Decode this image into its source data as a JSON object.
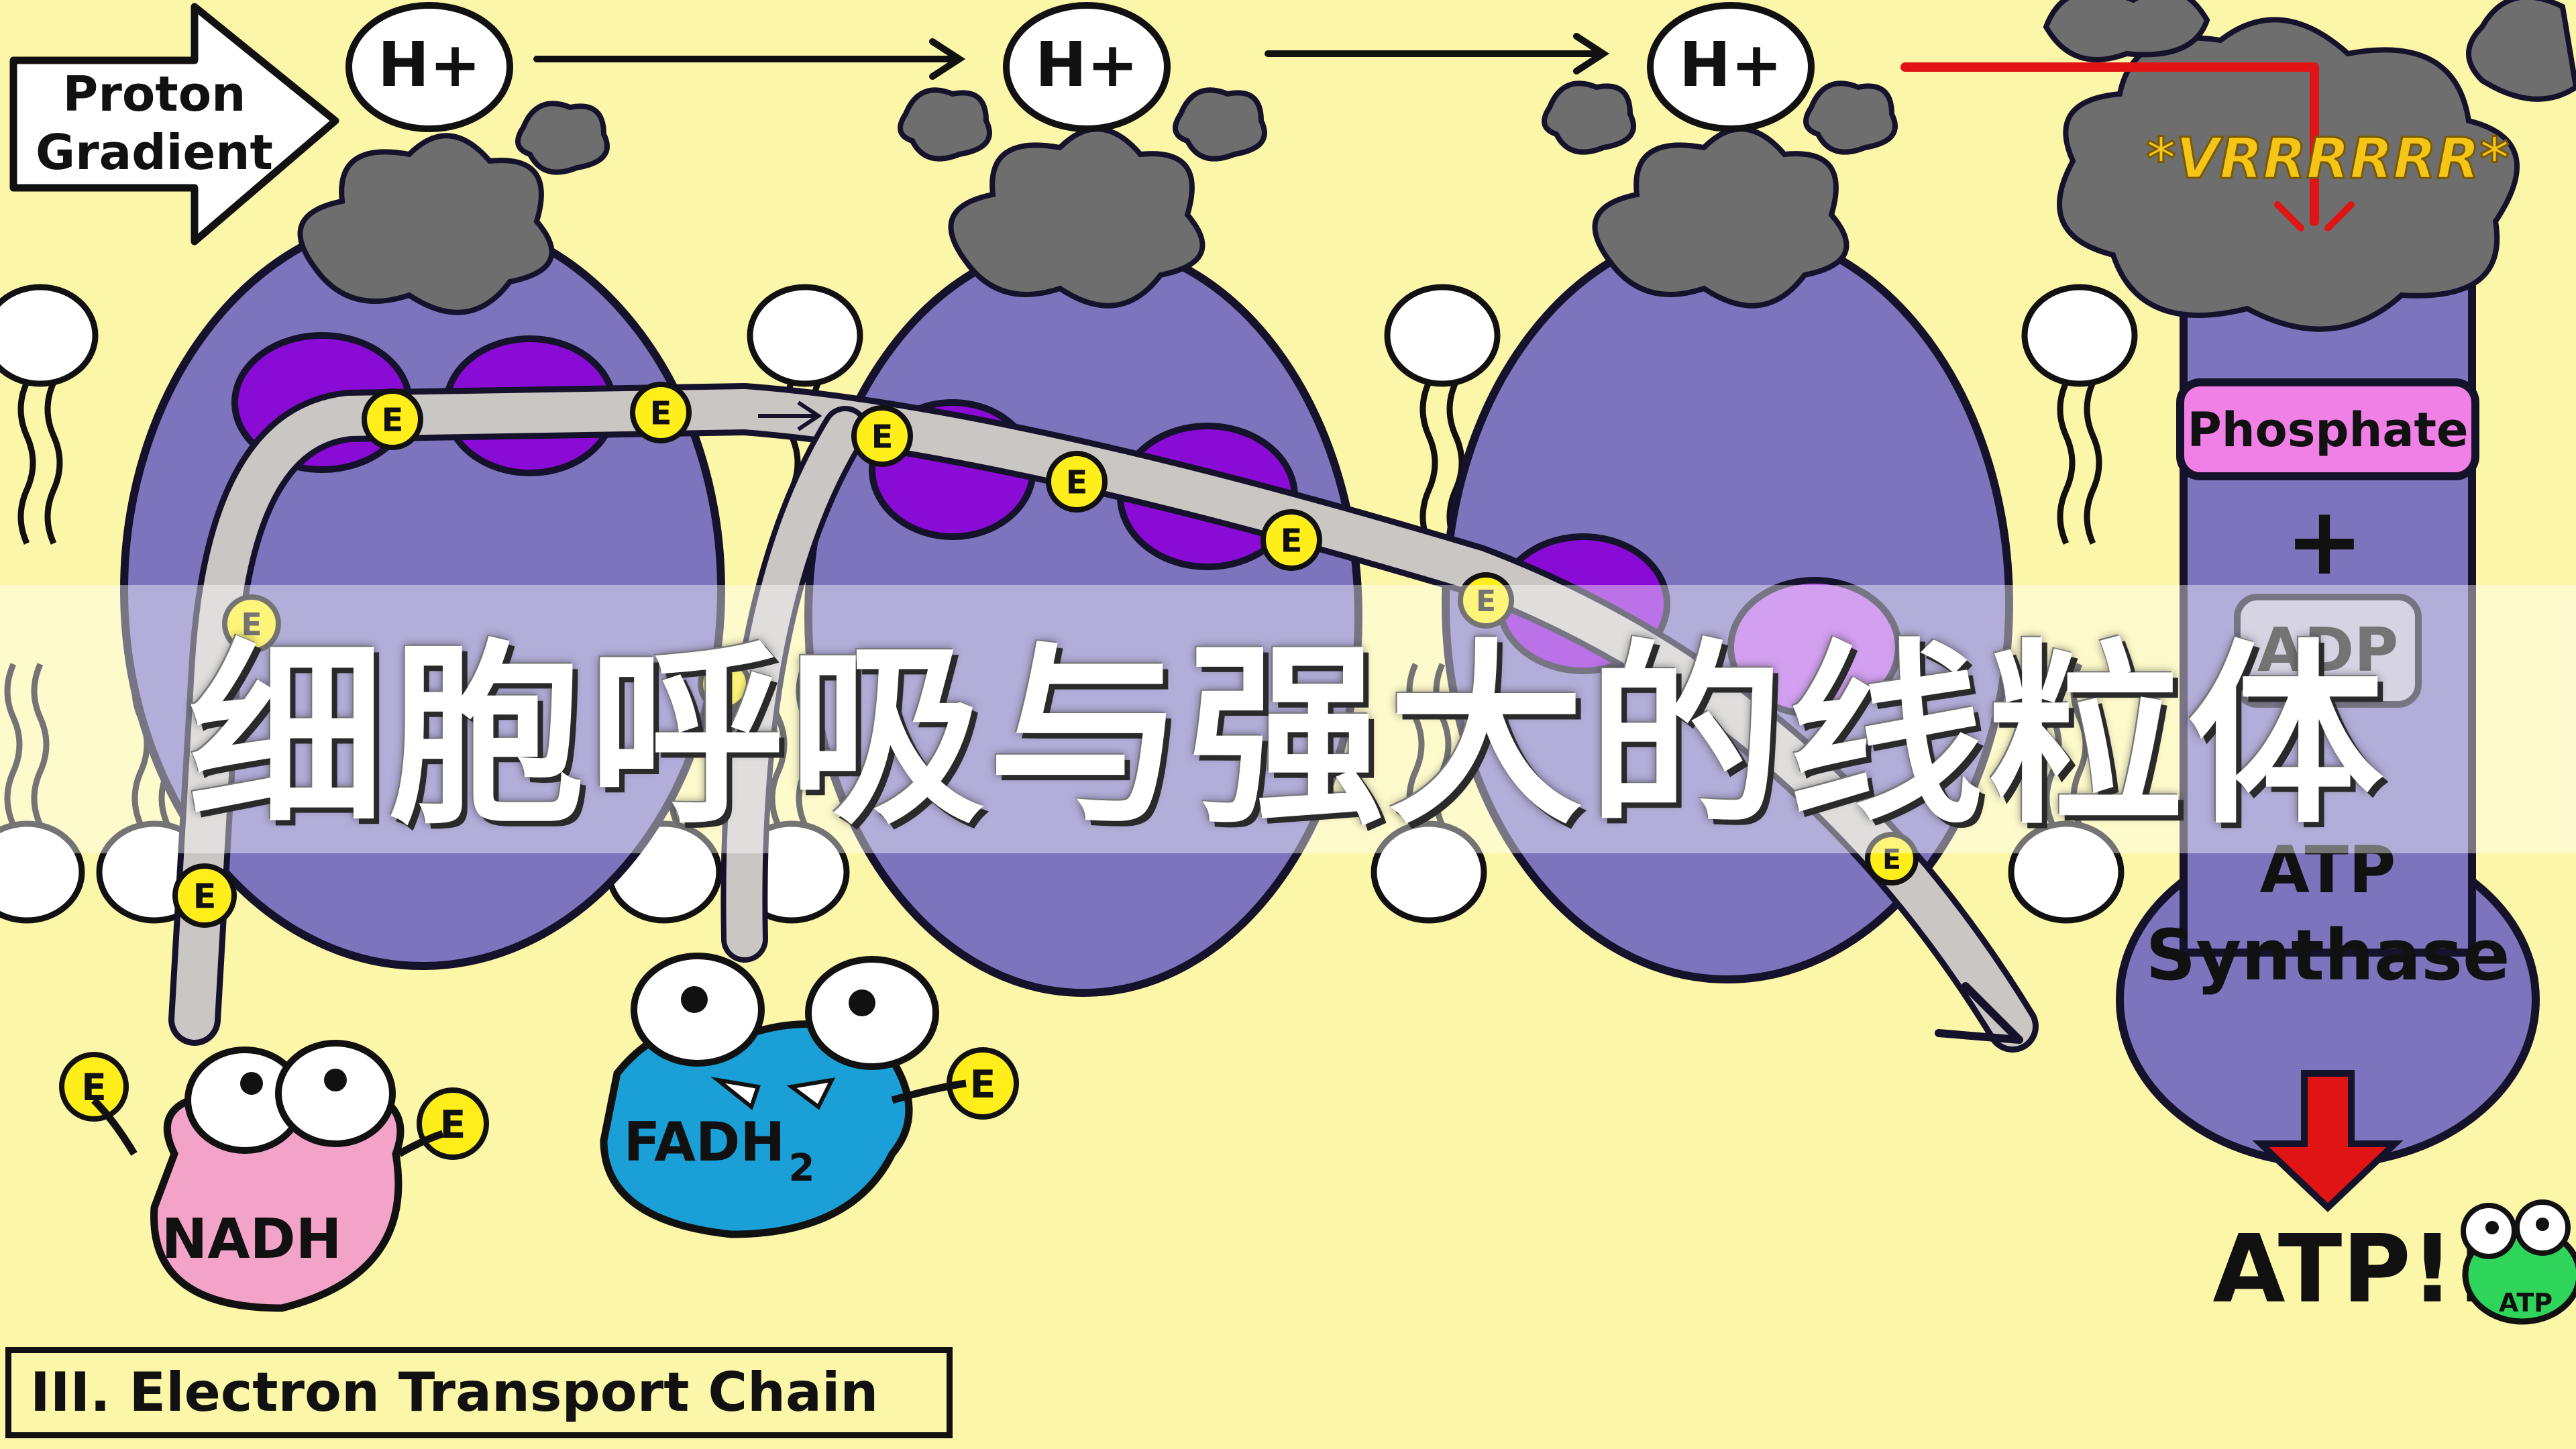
{
  "colors": {
    "background": "#fbf6a8",
    "protein": "#7d74bd",
    "protein_stroke": "#15122b",
    "cofactor": "#8a0bd6",
    "electron_path": "#c9c6c4",
    "electron_badge": "#ffee1a",
    "nadh": "#f3a3c8",
    "fadh2": "#1aa0d6",
    "phosphate": "#f07fe6",
    "atp_arrow": "#e01414",
    "atp_creature": "#2fd45a",
    "smoke": "#6e6e6e",
    "vrr_text": "#f5c518"
  },
  "proton_gradient": {
    "line1": "Proton",
    "line2": "Gradient"
  },
  "protons": {
    "label": "H+"
  },
  "electron": {
    "label": "E"
  },
  "carriers": {
    "nadh": "NADH",
    "fadh2": "FADH",
    "fadh2_sub": "2"
  },
  "atp_synthase": {
    "sound": "*VRRRRRR*",
    "phosphate": "Phosphate",
    "plus": "+",
    "adp": "ADP",
    "line1": "ATP",
    "line2": "Synthase",
    "output": "ATP!!",
    "creature": "ATP"
  },
  "section_label": "III. Electron Transport Chain",
  "overlay_title": "细胞呼吸与强大的线粒体"
}
